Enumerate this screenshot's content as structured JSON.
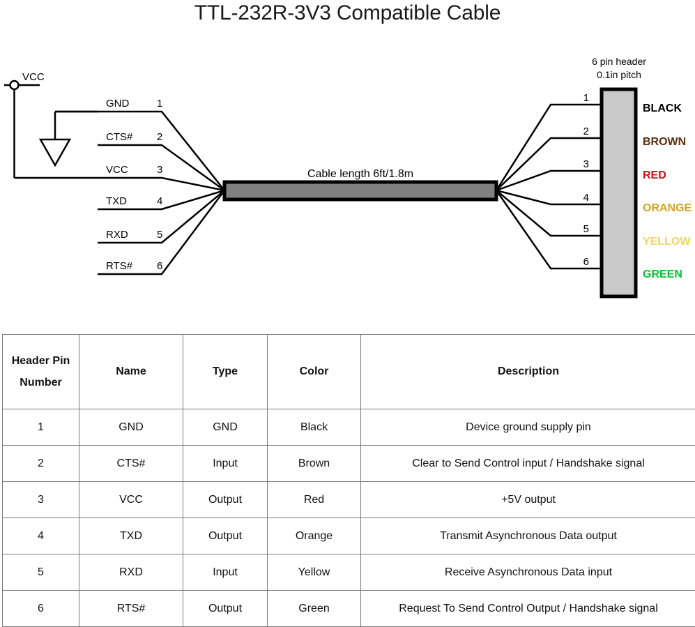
{
  "title": "TTL-232R-3V3 Compatible Cable",
  "diagram": {
    "vcc_terminal_label": "VCC",
    "cable_label": "Cable length 6ft/1.8m",
    "header_note_line1": "6 pin header",
    "header_note_line2": "0.1in pitch",
    "left_signals": [
      {
        "name": "GND",
        "pin": "1"
      },
      {
        "name": "CTS#",
        "pin": "2"
      },
      {
        "name": "VCC",
        "pin": "3"
      },
      {
        "name": "TXD",
        "pin": "4"
      },
      {
        "name": "RXD",
        "pin": "5"
      },
      {
        "name": "RTS#",
        "pin": "6"
      }
    ],
    "right_pins": [
      {
        "pin": "1",
        "color_label": "BLACK",
        "color_hex": "#000000"
      },
      {
        "pin": "2",
        "color_label": "BROWN",
        "color_hex": "#5a2d0c"
      },
      {
        "pin": "3",
        "color_label": "RED",
        "color_hex": "#cc1111"
      },
      {
        "pin": "4",
        "color_label": "ORANGE",
        "color_hex": "#d6a520"
      },
      {
        "pin": "5",
        "color_label": "YELLOW",
        "color_hex": "#efd75e"
      },
      {
        "pin": "6",
        "color_label": "GREEN",
        "color_hex": "#00c431"
      }
    ],
    "cable_fill": "#808080",
    "header_fill": "#c9c9c9"
  },
  "table": {
    "headers": [
      "Header Pin Number",
      "Name",
      "Type",
      "Color",
      "Description"
    ],
    "header_pin_line1": "Header Pin",
    "header_pin_line2": "Number",
    "rows": [
      {
        "pin": "1",
        "name": "GND",
        "type": "GND",
        "color": "Black",
        "description": "Device ground supply pin"
      },
      {
        "pin": "2",
        "name": "CTS#",
        "type": "Input",
        "color": "Brown",
        "description": "Clear to Send Control input / Handshake signal"
      },
      {
        "pin": "3",
        "name": "VCC",
        "type": "Output",
        "color": "Red",
        "description": "+5V output"
      },
      {
        "pin": "4",
        "name": "TXD",
        "type": "Output",
        "color": "Orange",
        "description": "Transmit Asynchronous Data output"
      },
      {
        "pin": "5",
        "name": "RXD",
        "type": "Input",
        "color": "Yellow",
        "description": "Receive Asynchronous Data input"
      },
      {
        "pin": "6",
        "name": "RTS#",
        "type": "Output",
        "color": "Green",
        "description": "Request To Send Control Output / Handshake signal"
      }
    ]
  }
}
